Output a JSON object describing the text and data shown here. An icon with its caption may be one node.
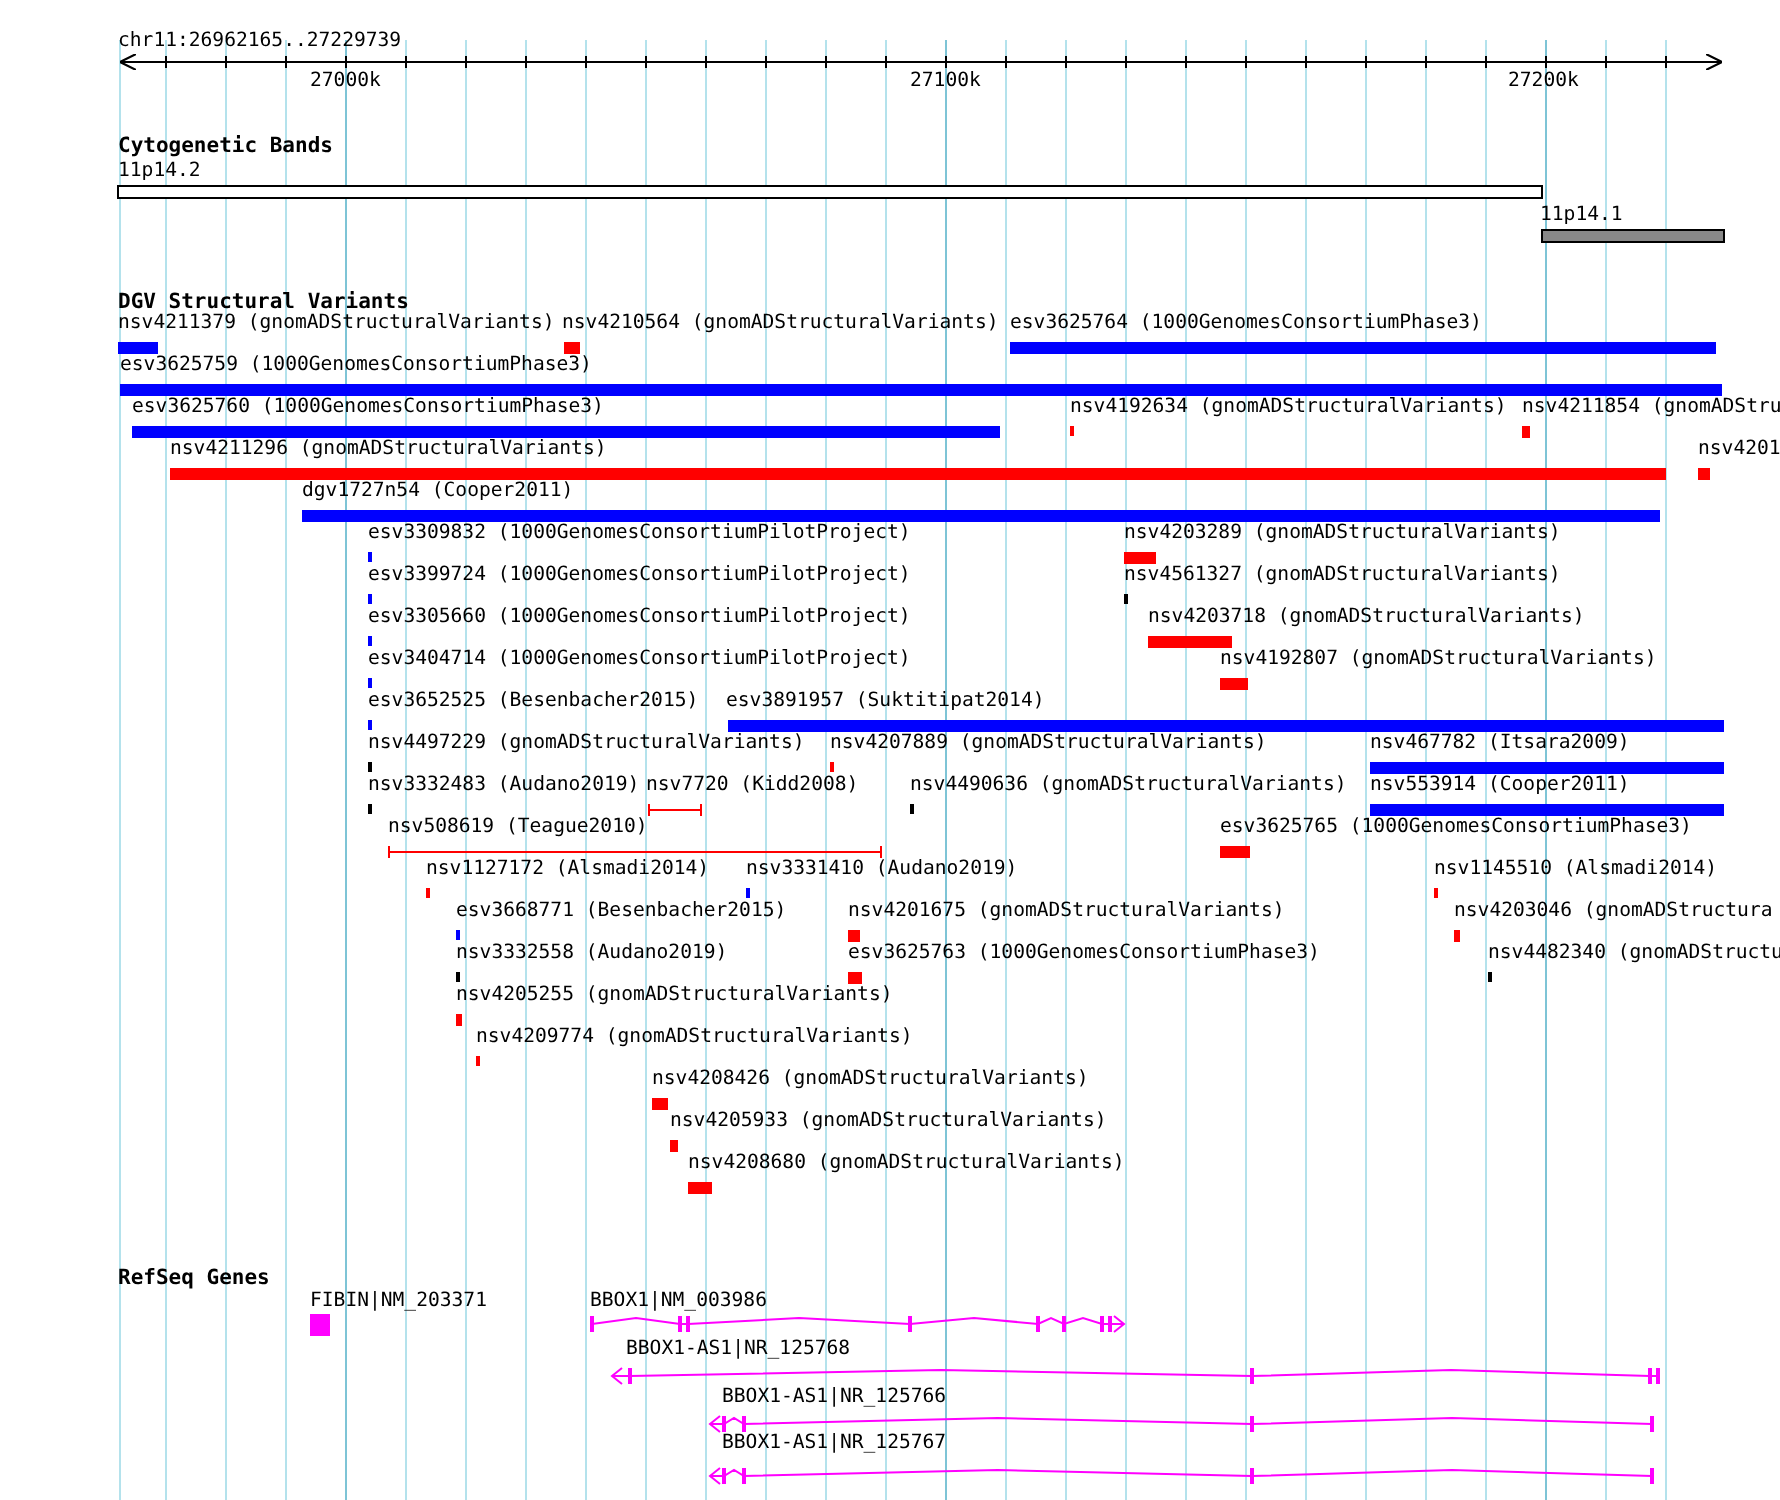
{
  "diagram": {
    "nodes": [
      {
        "text": [
          "11p14.2"
        ]
      },
      {
        "text": [
          "11p14.1"
        ]
      },
      {
        "text": [
          "nsv4211379 (gnomADStructuralVariants)"
        ]
      },
      {
        "text": [
          "nsv4210564 (gnomADStructuralVariants)"
        ]
      },
      {
        "text": [
          "esv3625764 (1000GenomesConsortiumPhase3)"
        ]
      },
      {
        "text": [
          "esv3625759 (1000GenomesConsortiumPhase3)"
        ]
      },
      {
        "text": [
          "esv3625760 (1000GenomesConsortiumPhase3)"
        ]
      },
      {
        "text": [
          "nsv4192634 (gnomADStructuralVariants)"
        ]
      },
      {
        "text": [
          "nsv4211854 (gnomADStru"
        ]
      },
      {
        "text": [
          "nsv4211296 (gnomADStructuralVariants)"
        ]
      },
      {
        "text": [
          "nsv4201"
        ]
      },
      {
        "text": [
          "dgv1727n54 (Cooper2011)"
        ]
      },
      {
        "text": [
          "esv3309832 (1000GenomesConsortiumPilotProject)"
        ]
      },
      {
        "text": [
          "nsv4203289 (gnomADStructuralVariants)"
        ]
      },
      {
        "text": [
          "esv3399724 (1000GenomesConsortiumPilotProject)"
        ]
      },
      {
        "text": [
          "nsv4561327 (gnomADStructuralVariants)"
        ]
      },
      {
        "text": [
          "esv3305660 (1000GenomesConsortiumPilotProject)"
        ]
      },
      {
        "text": [
          "nsv4203718 (gnomADStructuralVariants)"
        ]
      },
      {
        "text": [
          "esv3404714 (1000GenomesConsortiumPilotProject)"
        ]
      },
      {
        "text": [
          "nsv4192807 (gnomADStructuralVariants)"
        ]
      },
      {
        "text": [
          "esv3652525 (Besenbacher2015)"
        ]
      },
      {
        "text": [
          "esv3891957 (Suktitipat2014)"
        ]
      },
      {
        "text": [
          "nsv4497229 (gnomADStructuralVariants)"
        ]
      },
      {
        "text": [
          "nsv4207889 (gnomADStructuralVariants)"
        ]
      },
      {
        "text": [
          "nsv467782 (Itsara2009)"
        ]
      },
      {
        "text": [
          "nsv3332483 (Audano2019)"
        ]
      },
      {
        "text": [
          "nsv7720 (Kidd2008)"
        ]
      },
      {
        "text": [
          "nsv4490636 (gnomADStructuralVariants)"
        ]
      },
      {
        "text": [
          "nsv553914 (Cooper2011)"
        ]
      },
      {
        "text": [
          "nsv508619 (Teague2010)"
        ]
      },
      {
        "text": [
          "esv3625765 (1000GenomesConsortiumPhase3)"
        ]
      },
      {
        "text": [
          "nsv1127172 (Alsmadi2014)"
        ]
      },
      {
        "text": [
          "nsv3331410 (Audano2019)"
        ]
      },
      {
        "text": [
          "nsv1145510 (Alsmadi2014)"
        ]
      },
      {
        "text": [
          "esv3668771 (Besenbacher2015)"
        ]
      },
      {
        "text": [
          "nsv4201675 (gnomADStructuralVariants)"
        ]
      },
      {
        "text": [
          "nsv4203046 (gnomADStructura"
        ]
      },
      {
        "text": [
          "nsv3332558 (Audano2019)"
        ]
      },
      {
        "text": [
          "esv3625763 (1000GenomesConsortiumPhase3)"
        ]
      },
      {
        "text": [
          "nsv4482340 (gnomADStructu"
        ]
      },
      {
        "text": [
          "nsv4205255 (gnomADStructuralVariants)"
        ]
      },
      {
        "text": [
          "nsv4209774 (gnomADStructuralVariants)"
        ]
      },
      {
        "text": [
          "nsv4208426 (gnomADStructuralVariants)"
        ]
      },
      {
        "text": [
          "nsv4205933 (gnomADStructuralVariants)"
        ]
      },
      {
        "text": [
          "nsv4208680 (gnomADStructuralVariants)"
        ]
      },
      {
        "text": [
          "FIBIN|NM_203371"
        ]
      },
      {
        "text": [
          "BBOX1|NM_003986"
        ]
      },
      {
        "text": [
          "BBOX1-AS1|NR_125768"
        ]
      },
      {
        "text": [
          "BBOX1-AS1|NR_125766"
        ]
      },
      {
        "text": [
          "BBOX1-AS1|NR_125767"
        ]
      }
    ],
    "labels": [
      "chr11:26962165..27229739",
      "27000k",
      "27100k",
      "27200k",
      "Cytogenetic Bands",
      "DGV Structural Variants",
      "RefSeq Genes"
    ]
  }
}
